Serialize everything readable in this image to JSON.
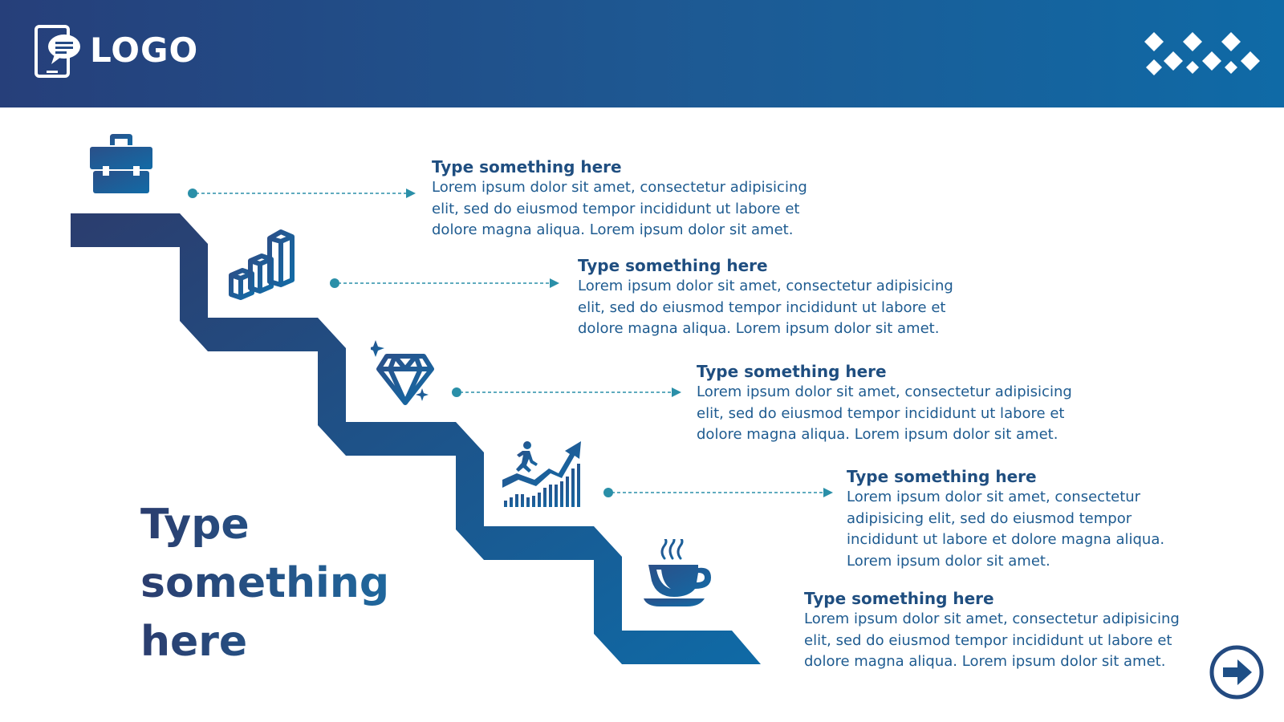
{
  "header": {
    "logo_text": "LOGO"
  },
  "steps": [
    {
      "title": "Type something here",
      "body": "Lorem ipsum dolor sit amet, consectetur adipisicing elit, sed do eiusmod tempor incididunt ut labore et dolore magna aliqua. Lorem ipsum dolor sit amet.",
      "icon": "briefcase-icon"
    },
    {
      "title": "Type something here",
      "body": "Lorem ipsum dolor sit amet, consectetur adipisicing elit, sed do eiusmod tempor incididunt ut labore et dolore magna aliqua. Lorem ipsum dolor sit amet.",
      "icon": "bar-chart-icon"
    },
    {
      "title": "Type something here",
      "body": "Lorem ipsum dolor sit amet, consectetur adipisicing elit, sed do eiusmod tempor incididunt ut labore et dolore magna aliqua. Lorem ipsum dolor sit amet.",
      "icon": "diamond-icon"
    },
    {
      "title": "Type something here",
      "body": "Lorem ipsum dolor sit amet, consectetur adipisicing elit, sed do eiusmod tempor incididunt ut labore et dolore magna aliqua. Lorem ipsum dolor sit amet.",
      "icon": "growth-chart-runner-icon"
    },
    {
      "title": "Type something here",
      "body": "Lorem ipsum dolor sit amet, consectetur adipisicing elit, sed do eiusmod tempor incididunt ut labore et dolore magna aliqua. Lorem ipsum dolor sit amet.",
      "icon": "coffee-cup-icon"
    }
  ],
  "main_title": {
    "line1": "Type",
    "line2": "something",
    "line3": "here"
  },
  "nav": {
    "next_icon": "arrow-right-circle-icon"
  },
  "colors": {
    "header_start": "#263f7a",
    "header_end": "#0f6aa6",
    "stair_start": "#2b3d6e",
    "stair_end": "#0f6aa6",
    "accent": "#2a8fa8",
    "text": "#1e5b90"
  }
}
